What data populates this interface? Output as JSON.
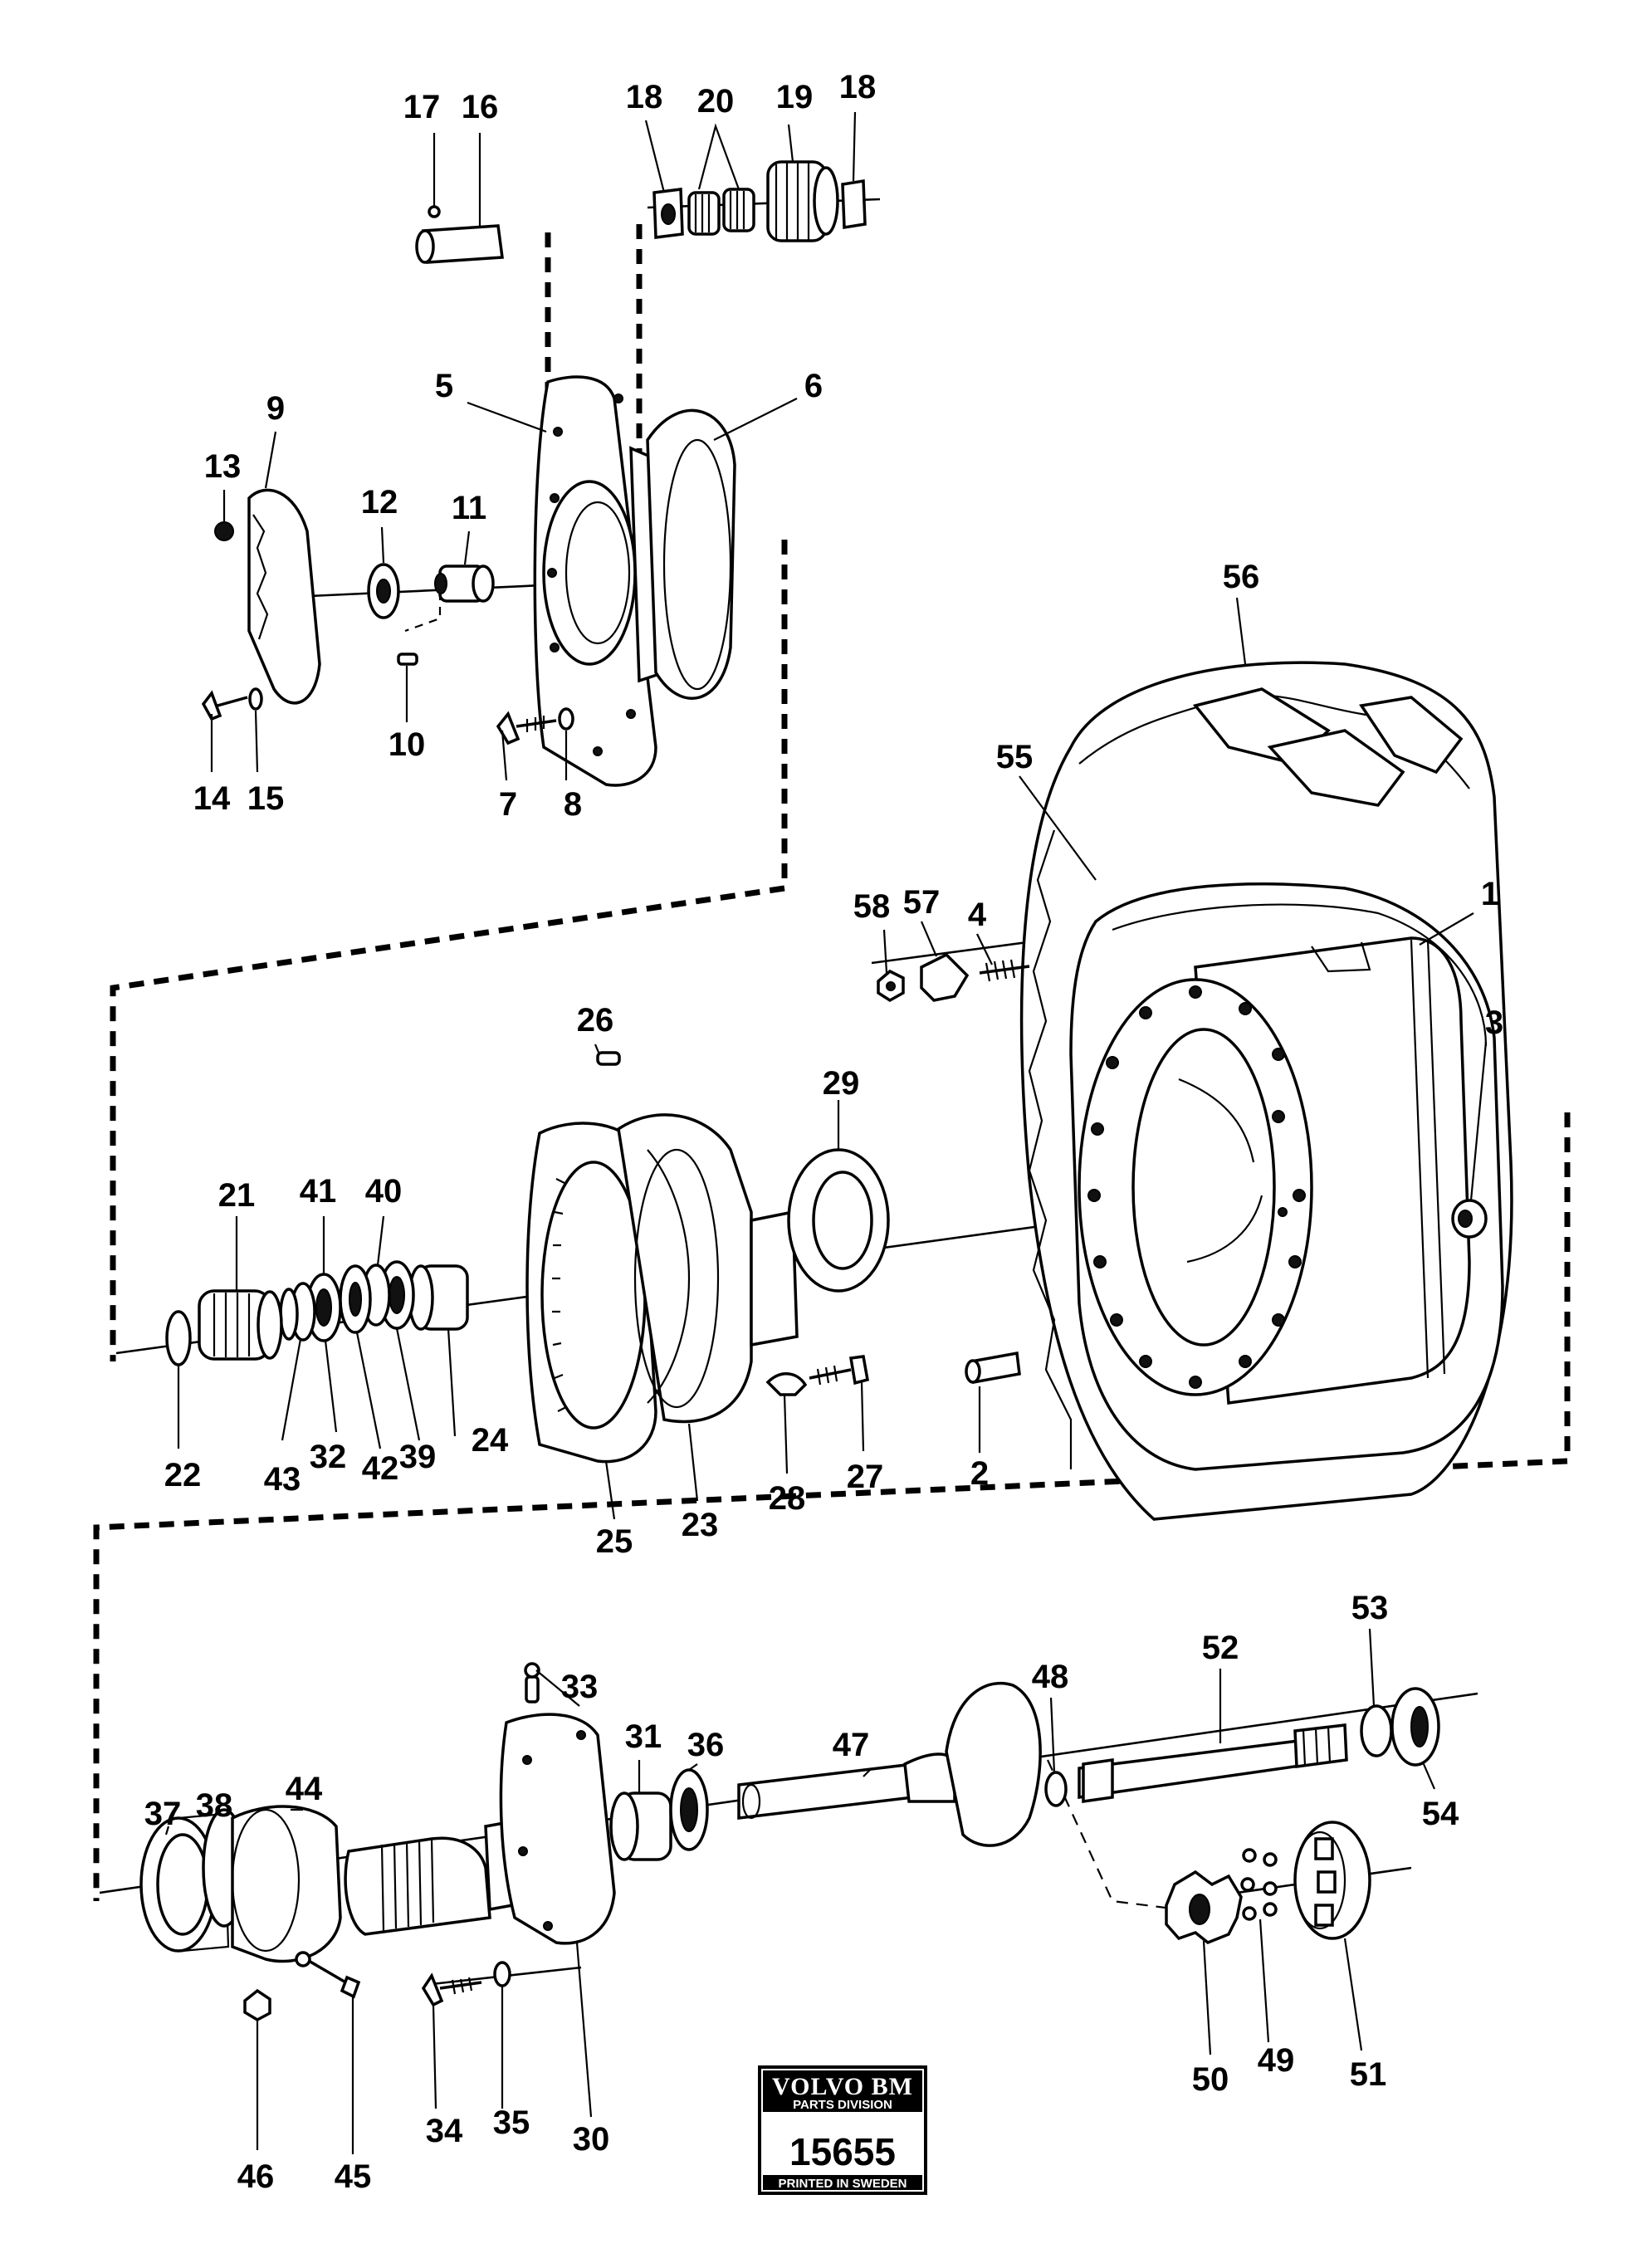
{
  "diagram": {
    "part_labels": [
      {
        "id": "p1",
        "text": "1"
      },
      {
        "id": "p2",
        "text": "2"
      },
      {
        "id": "p3",
        "text": "3"
      },
      {
        "id": "p4",
        "text": "4"
      },
      {
        "id": "p5",
        "text": "5"
      },
      {
        "id": "p6",
        "text": "6"
      },
      {
        "id": "p7",
        "text": "7"
      },
      {
        "id": "p8",
        "text": "8"
      },
      {
        "id": "p9",
        "text": "9"
      },
      {
        "id": "p10",
        "text": "10"
      },
      {
        "id": "p11",
        "text": "11"
      },
      {
        "id": "p12",
        "text": "12"
      },
      {
        "id": "p13",
        "text": "13"
      },
      {
        "id": "p14",
        "text": "14"
      },
      {
        "id": "p15",
        "text": "15"
      },
      {
        "id": "p16",
        "text": "16"
      },
      {
        "id": "p17",
        "text": "17"
      },
      {
        "id": "p18a",
        "text": "18"
      },
      {
        "id": "p18b",
        "text": "18"
      },
      {
        "id": "p19",
        "text": "19"
      },
      {
        "id": "p20",
        "text": "20"
      },
      {
        "id": "p21",
        "text": "21"
      },
      {
        "id": "p22",
        "text": "22"
      },
      {
        "id": "p23",
        "text": "23"
      },
      {
        "id": "p24",
        "text": "24"
      },
      {
        "id": "p25",
        "text": "25"
      },
      {
        "id": "p26",
        "text": "26"
      },
      {
        "id": "p27",
        "text": "27"
      },
      {
        "id": "p28",
        "text": "28"
      },
      {
        "id": "p29",
        "text": "29"
      },
      {
        "id": "p30",
        "text": "30"
      },
      {
        "id": "p31",
        "text": "31"
      },
      {
        "id": "p32",
        "text": "32"
      },
      {
        "id": "p33",
        "text": "33"
      },
      {
        "id": "p34",
        "text": "34"
      },
      {
        "id": "p35",
        "text": "35"
      },
      {
        "id": "p36",
        "text": "36"
      },
      {
        "id": "p37",
        "text": "37"
      },
      {
        "id": "p38",
        "text": "38"
      },
      {
        "id": "p39",
        "text": "39"
      },
      {
        "id": "p40",
        "text": "40"
      },
      {
        "id": "p41",
        "text": "41"
      },
      {
        "id": "p42",
        "text": "42"
      },
      {
        "id": "p43",
        "text": "43"
      },
      {
        "id": "p44",
        "text": "44"
      },
      {
        "id": "p45",
        "text": "45"
      },
      {
        "id": "p46",
        "text": "46"
      },
      {
        "id": "p47",
        "text": "47"
      },
      {
        "id": "p48",
        "text": "48"
      },
      {
        "id": "p49",
        "text": "49"
      },
      {
        "id": "p50",
        "text": "50"
      },
      {
        "id": "p51",
        "text": "51"
      },
      {
        "id": "p52",
        "text": "52"
      },
      {
        "id": "p53",
        "text": "53"
      },
      {
        "id": "p54",
        "text": "54"
      },
      {
        "id": "p55",
        "text": "55"
      },
      {
        "id": "p56",
        "text": "56"
      },
      {
        "id": "p57",
        "text": "57"
      },
      {
        "id": "p58",
        "text": "58"
      }
    ]
  },
  "stamp": {
    "brand": "VOLVO BM",
    "division": "PARTS DIVISION",
    "number": "15655",
    "printed": "PRINTED IN SWEDEN"
  },
  "colors": {
    "ink": "#000000",
    "paper": "#ffffff"
  }
}
